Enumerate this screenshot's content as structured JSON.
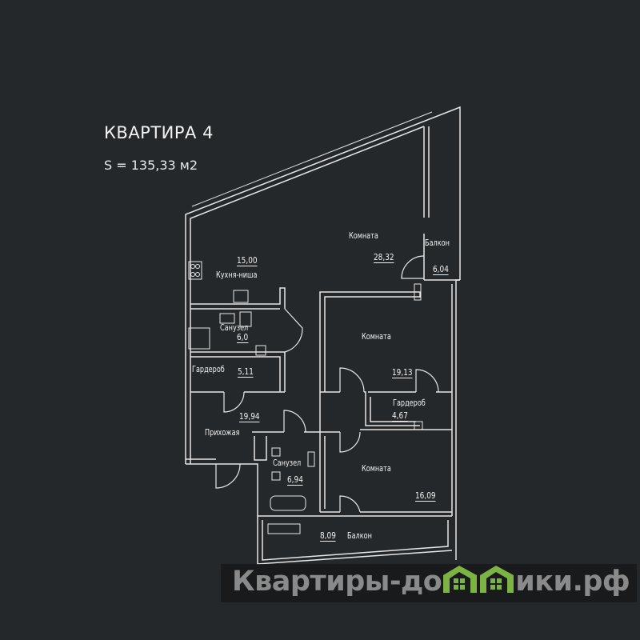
{
  "header": {
    "title": "КВАРТИРА 4",
    "area": "S = 135,33 м2"
  },
  "rooms": [
    {
      "name": "Комната",
      "area": "28,32"
    },
    {
      "name": "Балкон",
      "area": "6,04"
    },
    {
      "name": "Кухня-ниша",
      "area": "15,00"
    },
    {
      "name": "Санузел",
      "area": "6,0"
    },
    {
      "name": "Комната",
      "area": "19,13"
    },
    {
      "name": "Гардероб",
      "area": "5,11"
    },
    {
      "name": "Гардероб",
      "area": "4,67"
    },
    {
      "name": "Прихожая",
      "area": "19,94"
    },
    {
      "name": "Санузел",
      "area": "6,94"
    },
    {
      "name": "Комната",
      "area": "16,09"
    },
    {
      "name": "Балкон",
      "area": "8,09"
    }
  ],
  "watermark": {
    "prefix": "Квартиры-до",
    "suffix": "ики.рф",
    "logo_color": "#7cb342"
  }
}
